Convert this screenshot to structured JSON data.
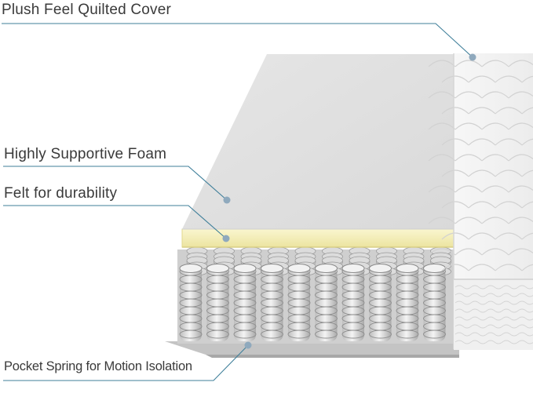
{
  "labels": {
    "cover": "Plush Feel Quilted Cover",
    "foam": "Highly Supportive Foam",
    "felt": "Felt for durability",
    "spring": "Pocket Spring for Motion Isolation"
  },
  "colors": {
    "text": "#3a3a3a",
    "leader_line": "#3f7f9a",
    "leader_dot": "#8fa9bd",
    "foam_top": "#e3e3e3",
    "felt": "#f6f0b4",
    "cover": "#f3f3f3",
    "base": "#bdbdbd"
  },
  "spring_grid": {
    "columns": 10,
    "front_rows": 5,
    "back_rows": 2
  }
}
